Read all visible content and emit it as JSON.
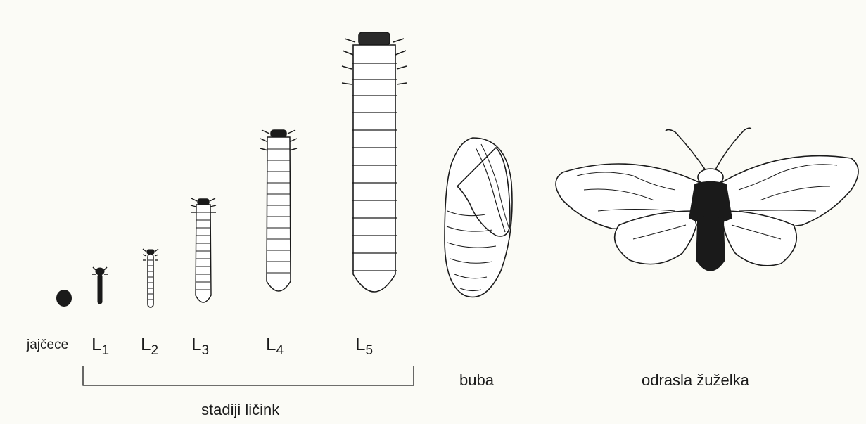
{
  "labels": {
    "egg": "jajčece",
    "stages": [
      {
        "letter": "L",
        "num": "1"
      },
      {
        "letter": "L",
        "num": "2"
      },
      {
        "letter": "L",
        "num": "3"
      },
      {
        "letter": "L",
        "num": "4"
      },
      {
        "letter": "L",
        "num": "5"
      }
    ],
    "pupa": "buba",
    "adult": "odrasla žuželka",
    "larval_group": "stadiji ličink"
  },
  "colors": {
    "ink": "#1a1a1a",
    "paper": "#fbfbf6",
    "fill_light": "#ffffff"
  }
}
